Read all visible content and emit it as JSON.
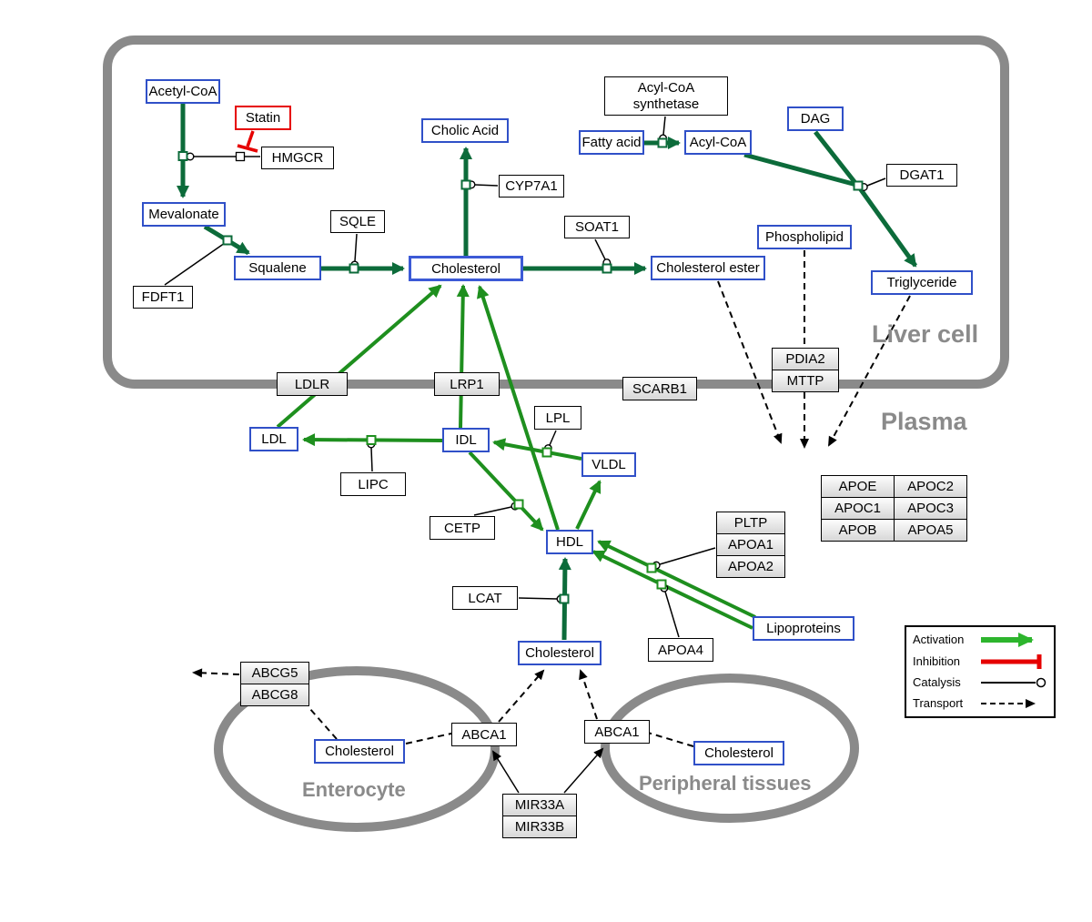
{
  "regions": {
    "liver": "Liver cell",
    "plasma": "Plasma",
    "enterocyte": "Enterocyte",
    "peripheral": "Peripheral tissues"
  },
  "nodes": {
    "acetyl_coa": "Acetyl-CoA",
    "statin": "Statin",
    "hmgcr": "HMGCR",
    "mevalonate": "Mevalonate",
    "fdft1": "FDFT1",
    "squalene": "Squalene",
    "sqle": "SQLE",
    "cholesterol": "Cholesterol",
    "cholic_acid": "Cholic Acid",
    "cyp7a1": "CYP7A1",
    "soat1": "SOAT1",
    "cholesterol_ester": "Cholesterol ester",
    "fatty_acid": "Fatty acid",
    "acyl_coa_synthetase_1": "Acyl-CoA",
    "acyl_coa_synthetase_2": "synthetase",
    "acyl_coa": "Acyl-CoA",
    "dag": "DAG",
    "dgat1": "DGAT1",
    "phospholipid": "Phospholipid",
    "triglyceride": "Triglyceride",
    "ldlr": "LDLR",
    "lrp1": "LRP1",
    "scarb1": "SCARB1",
    "pdia2": "PDIA2",
    "mttp": "MTTP",
    "ldl": "LDL",
    "idl": "IDL",
    "vldl": "VLDL",
    "lipc": "LIPC",
    "lpl": "LPL",
    "cetp": "CETP",
    "hdl": "HDL",
    "lcat": "LCAT",
    "apoa4": "APOA4",
    "lipoproteins": "Lipoproteins",
    "pltp": "PLTP",
    "apoa1": "APOA1",
    "apoa2": "APOA2",
    "cholesterol_plasma": "Cholesterol",
    "abcg5": "ABCG5",
    "abcg8": "ABCG8",
    "cholesterol_enterocyte": "Cholesterol",
    "abca1_left": "ABCA1",
    "abca1_right": "ABCA1",
    "cholesterol_peripheral": "Cholesterol",
    "mir33a": "MIR33A",
    "mir33b": "MIR33B"
  },
  "apo_table": {
    "rows": [
      [
        "APOE",
        "APOC2"
      ],
      [
        "APOC1",
        "APOC3"
      ],
      [
        "APOB",
        "APOA5"
      ]
    ]
  },
  "legend": {
    "activation": "Activation",
    "inhibition": "Inhibition",
    "catalysis": "Catalysis",
    "transport": "Transport"
  },
  "colors": {
    "metabolic_green": "#0c6b3a",
    "lipoprotein_green": "#1e8f1e",
    "activation_green": "#2db52d",
    "inhibition_red": "#e60000",
    "membrane_gray": "#8a8a8a",
    "metabolite_blue": "#3050c8"
  }
}
